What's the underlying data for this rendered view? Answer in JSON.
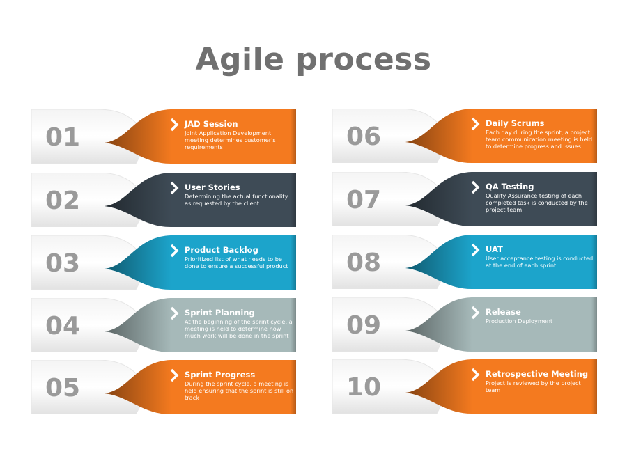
{
  "title": "Agile process",
  "steps": [
    {
      "num": "01",
      "title": "JAD Session",
      "desc": "Joint  Application Development meeting determines customer's requirements",
      "color": "#f47a1f"
    },
    {
      "num": "02",
      "title": "User Stories",
      "desc": "Determining the actual functionality as requested by the client",
      "color": "#3e4b56"
    },
    {
      "num": "03",
      "title": "Product Backlog",
      "desc": "Prioritized list of what needs to be done to ensure a successful product",
      "color": "#1ca4cb"
    },
    {
      "num": "04",
      "title": "Sprint Planning",
      "desc": "At the beginning of the sprint cycle, a meeting is held to determine how much work will be done in the sprint",
      "color": "#a6b9b9"
    },
    {
      "num": "05",
      "title": "Sprint Progress",
      "desc": "During the sprint cycle, a meeting is held ensuring that the sprint is still on track",
      "color": "#f47a1f"
    },
    {
      "num": "06",
      "title": "Daily Scrums",
      "desc": "Each day during the sprint, a project team communication meeting is held to determine progress and issues",
      "color": "#f47a1f"
    },
    {
      "num": "07",
      "title": "QA Testing",
      "desc": "Quality Assurance testing of each completed task is conducted by the project team",
      "color": "#3e4b56"
    },
    {
      "num": "08",
      "title": "UAT",
      "desc": "User acceptance testing is conducted at the end of each sprint",
      "color": "#1ca4cb"
    },
    {
      "num": "09",
      "title": "Release",
      "desc": "Production Deployment",
      "color": "#a6b9b9"
    },
    {
      "num": "10",
      "title": "Retrospective Meeting",
      "desc": "Project is reviewed by the project team",
      "color": "#f47a1f"
    }
  ]
}
